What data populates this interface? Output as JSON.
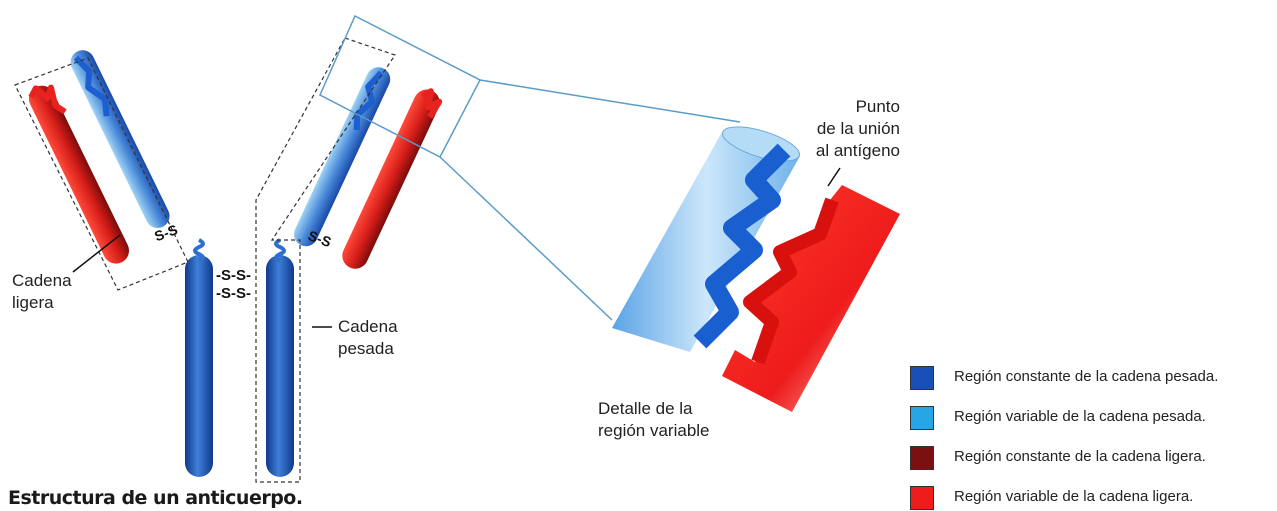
{
  "caption": "Estructura de un anticuerpo.",
  "labels": {
    "light_chain": [
      "Cadena",
      "ligera"
    ],
    "heavy_chain": [
      "Cadena",
      "pesada"
    ],
    "binding_site": [
      "Punto",
      "de la unión",
      "al antígeno"
    ],
    "detail": [
      "Detalle de la",
      "región variable"
    ],
    "disulfide": "S-S"
  },
  "legend": [
    {
      "label": "Región constante de la cadena pesada.",
      "color": "#1a4fb8"
    },
    {
      "label": "Región variable de la cadena pesada.",
      "color": "#27a6e6"
    },
    {
      "label": "Región constante de la cadena ligera.",
      "color": "#7a1010"
    },
    {
      "label": "Región variable de la cadena ligera.",
      "color": "#ee1c1c"
    }
  ],
  "colors": {
    "heavy_constant": "#1a4fb8",
    "heavy_variable": "#8cc8f0",
    "light_constant": "#8a1212",
    "light_variable": "#e8231f"
  }
}
